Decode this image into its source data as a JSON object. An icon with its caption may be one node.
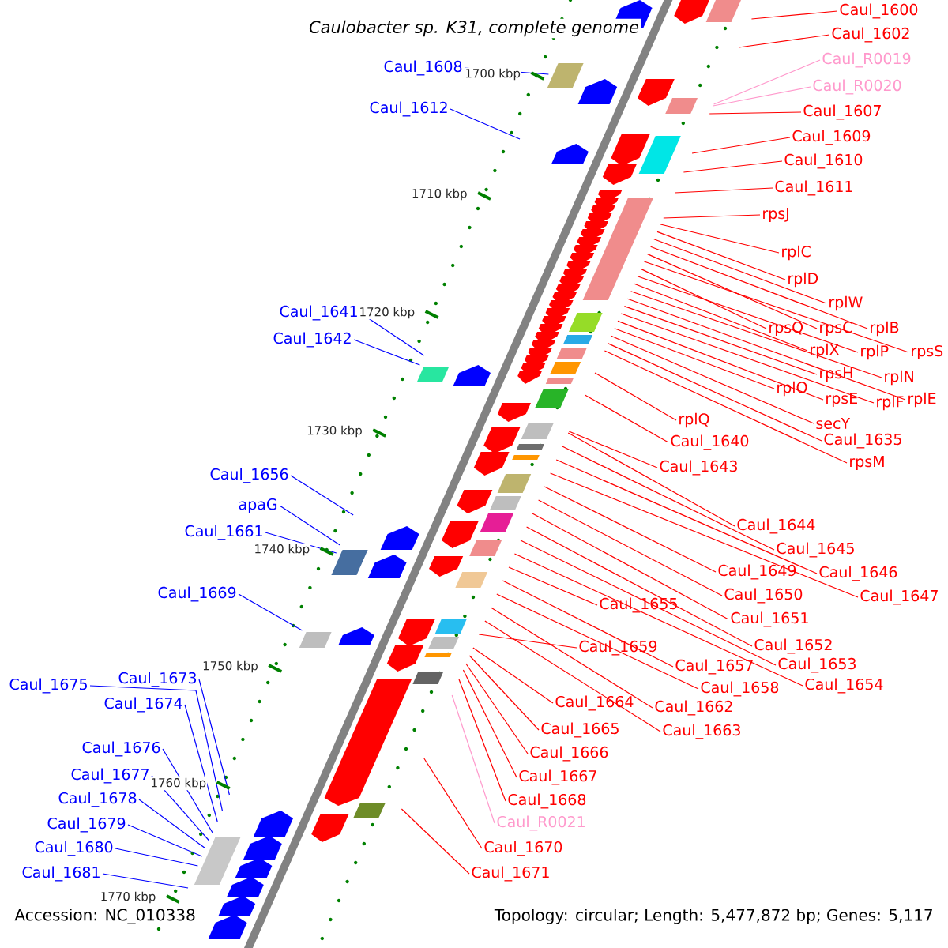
{
  "diagram": {
    "title": "Caulobacter sp. K31, complete genome",
    "nodes": [
      {
        "text": [
          "Caul_1600"
        ]
      },
      {
        "text": [
          "Caul_1602"
        ]
      },
      {
        "text": [
          "Caul_R0019"
        ]
      },
      {
        "text": [
          "Caul_R0020"
        ]
      },
      {
        "text": [
          "Caul_1607"
        ]
      },
      {
        "text": [
          "Caul_1609"
        ]
      },
      {
        "text": [
          "Caul_1610"
        ]
      },
      {
        "text": [
          "Caul_1611"
        ]
      },
      {
        "text": [
          "rpsJ"
        ]
      },
      {
        "text": [
          "rplC"
        ]
      },
      {
        "text": [
          "rplD"
        ]
      },
      {
        "text": [
          "rplW"
        ]
      },
      {
        "text": [
          "rplB"
        ]
      },
      {
        "text": [
          "rpsS"
        ]
      },
      {
        "text": [
          "rpsQ"
        ]
      },
      {
        "text": [
          "rpsC"
        ]
      },
      {
        "text": [
          "rplP"
        ]
      },
      {
        "text": [
          "rplN"
        ]
      },
      {
        "text": [
          "rplE"
        ]
      },
      {
        "text": [
          "rplX"
        ]
      },
      {
        "text": [
          "rpsH"
        ]
      },
      {
        "text": [
          "rplF"
        ]
      },
      {
        "text": [
          "rpsE"
        ]
      },
      {
        "text": [
          "rplO"
        ]
      },
      {
        "text": [
          "secY"
        ]
      },
      {
        "text": [
          "Caul_1635"
        ]
      },
      {
        "text": [
          "rpsM"
        ]
      },
      {
        "text": [
          "rplQ"
        ]
      },
      {
        "text": [
          "Caul_1640"
        ]
      },
      {
        "text": [
          "Caul_1643"
        ]
      },
      {
        "text": [
          "Caul_1644"
        ]
      },
      {
        "text": [
          "Caul_1645"
        ]
      },
      {
        "text": [
          "Caul_1646"
        ]
      },
      {
        "text": [
          "Caul_1647"
        ]
      },
      {
        "text": [
          "Caul_1649"
        ]
      },
      {
        "text": [
          "Caul_1650"
        ]
      },
      {
        "text": [
          "Caul_1651"
        ]
      },
      {
        "text": [
          "Caul_1652"
        ]
      },
      {
        "text": [
          "Caul_1653"
        ]
      },
      {
        "text": [
          "Caul_1654"
        ]
      },
      {
        "text": [
          "Caul_1655"
        ]
      },
      {
        "text": [
          "Caul_1659"
        ]
      },
      {
        "text": [
          "Caul_1657"
        ]
      },
      {
        "text": [
          "Caul_1658"
        ]
      },
      {
        "text": [
          "Caul_1664"
        ]
      },
      {
        "text": [
          "Caul_1662"
        ]
      },
      {
        "text": [
          "Caul_1663"
        ]
      },
      {
        "text": [
          "Caul_1665"
        ]
      },
      {
        "text": [
          "Caul_1666"
        ]
      },
      {
        "text": [
          "Caul_1667"
        ]
      },
      {
        "text": [
          "Caul_1668"
        ]
      },
      {
        "text": [
          "Caul_R0021"
        ]
      },
      {
        "text": [
          "Caul_1670"
        ]
      },
      {
        "text": [
          "Caul_1671"
        ]
      },
      {
        "text": [
          "Caul_1608"
        ]
      },
      {
        "text": [
          "Caul_1612"
        ]
      },
      {
        "text": [
          "Caul_1641"
        ]
      },
      {
        "text": [
          "Caul_1642"
        ]
      },
      {
        "text": [
          "Caul_1656"
        ]
      },
      {
        "text": [
          "apaG"
        ]
      },
      {
        "text": [
          "Caul_1661"
        ]
      },
      {
        "text": [
          "Caul_1669"
        ]
      },
      {
        "text": [
          "Caul_1673"
        ]
      },
      {
        "text": [
          "Caul_1675"
        ]
      },
      {
        "text": [
          "Caul_1674"
        ]
      },
      {
        "text": [
          "Caul_1676"
        ]
      },
      {
        "text": [
          "Caul_1677"
        ]
      },
      {
        "text": [
          "Caul_1678"
        ]
      },
      {
        "text": [
          "Caul_1679"
        ]
      },
      {
        "text": [
          "Caul_1680"
        ]
      },
      {
        "text": [
          "Caul_1681"
        ]
      }
    ],
    "edges": [
      {
        "from": 0,
        "to": null,
        "arrow": "none"
      },
      {
        "from": 1,
        "to": null,
        "arrow": "none"
      },
      {
        "from": 2,
        "to": null,
        "arrow": "none",
        "color": "#ff99cc"
      },
      {
        "from": 3,
        "to": null,
        "arrow": "none",
        "color": "#ff99cc"
      },
      {
        "from": 4,
        "to": null,
        "arrow": "none"
      },
      {
        "from": 5,
        "to": null,
        "arrow": "none"
      },
      {
        "from": 6,
        "to": null,
        "arrow": "none"
      },
      {
        "from": 7,
        "to": null,
        "arrow": "none"
      },
      {
        "from": 8,
        "to": null,
        "arrow": "none"
      },
      {
        "from": 9,
        "to": null,
        "arrow": "none"
      },
      {
        "from": 10,
        "to": null,
        "arrow": "none"
      },
      {
        "from": 11,
        "to": null,
        "arrow": "none"
      },
      {
        "from": 12,
        "to": null,
        "arrow": "none"
      },
      {
        "from": 13,
        "to": null,
        "arrow": "none"
      },
      {
        "from": 14,
        "to": null,
        "arrow": "none"
      },
      {
        "from": 15,
        "to": null,
        "arrow": "none"
      },
      {
        "from": 16,
        "to": null,
        "arrow": "none"
      },
      {
        "from": 17,
        "to": null,
        "arrow": "none"
      },
      {
        "from": 18,
        "to": null,
        "arrow": "none"
      },
      {
        "from": 19,
        "to": null,
        "arrow": "none"
      },
      {
        "from": 20,
        "to": null,
        "arrow": "none"
      },
      {
        "from": 21,
        "to": null,
        "arrow": "none"
      },
      {
        "from": 22,
        "to": null,
        "arrow": "none"
      },
      {
        "from": 23,
        "to": null,
        "arrow": "none"
      },
      {
        "from": 24,
        "to": null,
        "arrow": "none"
      },
      {
        "from": 25,
        "to": null,
        "arrow": "none"
      },
      {
        "from": 26,
        "to": null,
        "arrow": "none"
      },
      {
        "from": 27,
        "to": null,
        "arrow": "none"
      },
      {
        "from": 28,
        "to": null,
        "arrow": "none"
      },
      {
        "from": 29,
        "to": null,
        "arrow": "none"
      },
      {
        "from": 30,
        "to": null,
        "arrow": "none"
      },
      {
        "from": 31,
        "to": null,
        "arrow": "none"
      },
      {
        "from": 32,
        "to": null,
        "arrow": "none"
      },
      {
        "from": 33,
        "to": null,
        "arrow": "none"
      },
      {
        "from": 34,
        "to": null,
        "arrow": "none"
      },
      {
        "from": 35,
        "to": null,
        "arrow": "none"
      },
      {
        "from": 36,
        "to": null,
        "arrow": "none"
      },
      {
        "from": 37,
        "to": null,
        "arrow": "none"
      },
      {
        "from": 38,
        "to": null,
        "arrow": "none"
      },
      {
        "from": 39,
        "to": null,
        "arrow": "none"
      },
      {
        "from": 40,
        "to": null,
        "arrow": "none"
      },
      {
        "from": 41,
        "to": null,
        "arrow": "none"
      },
      {
        "from": 42,
        "to": null,
        "arrow": "none"
      },
      {
        "from": 43,
        "to": null,
        "arrow": "none"
      },
      {
        "from": 44,
        "to": null,
        "arrow": "none"
      },
      {
        "from": 45,
        "to": null,
        "arrow": "none"
      },
      {
        "from": 46,
        "to": null,
        "arrow": "none"
      },
      {
        "from": 47,
        "to": null,
        "arrow": "none"
      },
      {
        "from": 48,
        "to": null,
        "arrow": "none"
      },
      {
        "from": 49,
        "to": null,
        "arrow": "none"
      },
      {
        "from": 50,
        "to": null,
        "arrow": "none"
      },
      {
        "from": 51,
        "to": null,
        "arrow": "none",
        "color": "#ff99cc"
      },
      {
        "from": 52,
        "to": null,
        "arrow": "none"
      },
      {
        "from": 53,
        "to": null,
        "arrow": "none"
      },
      {
        "from": 54,
        "to": null,
        "arrow": "none",
        "color": "#0000ff"
      },
      {
        "from": 55,
        "to": null,
        "arrow": "none",
        "color": "#0000ff"
      },
      {
        "from": 56,
        "to": null,
        "arrow": "none",
        "color": "#0000ff"
      },
      {
        "from": 57,
        "to": null,
        "arrow": "none",
        "color": "#0000ff"
      },
      {
        "from": 58,
        "to": null,
        "arrow": "none",
        "color": "#0000ff"
      },
      {
        "from": 59,
        "to": null,
        "arrow": "none",
        "color": "#0000ff"
      },
      {
        "from": 60,
        "to": null,
        "arrow": "none",
        "color": "#0000ff"
      },
      {
        "from": 61,
        "to": null,
        "arrow": "none",
        "color": "#0000ff"
      },
      {
        "from": 62,
        "to": null,
        "arrow": "none",
        "color": "#0000ff"
      },
      {
        "from": 63,
        "to": null,
        "arrow": "none",
        "color": "#0000ff"
      },
      {
        "from": 64,
        "to": null,
        "arrow": "none",
        "color": "#0000ff"
      },
      {
        "from": 65,
        "to": null,
        "arrow": "none",
        "color": "#0000ff"
      },
      {
        "from": 66,
        "to": null,
        "arrow": "none",
        "color": "#0000ff"
      },
      {
        "from": 67,
        "to": null,
        "arrow": "none",
        "color": "#0000ff"
      },
      {
        "from": 68,
        "to": null,
        "arrow": "none",
        "color": "#0000ff"
      },
      {
        "from": 69,
        "to": null,
        "arrow": "none",
        "color": "#0000ff"
      },
      {
        "from": 70,
        "to": null,
        "arrow": "none",
        "color": "#0000ff"
      }
    ],
    "labels": [
      "1700 kbp",
      "1710 kbp",
      "1720 kbp",
      "1730 kbp",
      "1740 kbp",
      "1750 kbp",
      "1760 kbp",
      "1770 kbp",
      "Accession: NC_010338",
      "Topology: circular; Length: 5,477,872 bp; Genes: 5,117"
    ]
  }
}
